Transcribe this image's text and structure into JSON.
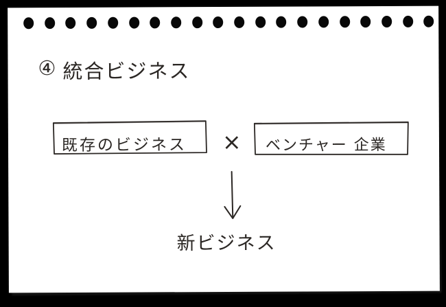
{
  "note": {
    "paper_color": "#ffffff",
    "background_color": "#000000",
    "ink_color": "#2b2724",
    "perforation_count": 20,
    "perforation_color": "#080808"
  },
  "title": {
    "marker": "④",
    "text": "統合ビジネス"
  },
  "diagram": {
    "operator": "×",
    "arrow": "downward-arrow",
    "boxes": [
      {
        "id": "existing-business",
        "label": "既存のビジネス"
      },
      {
        "id": "venture-company",
        "label": "ベンチャー 企業"
      }
    ],
    "result": {
      "id": "new-business",
      "label": "新ビジネス"
    }
  }
}
